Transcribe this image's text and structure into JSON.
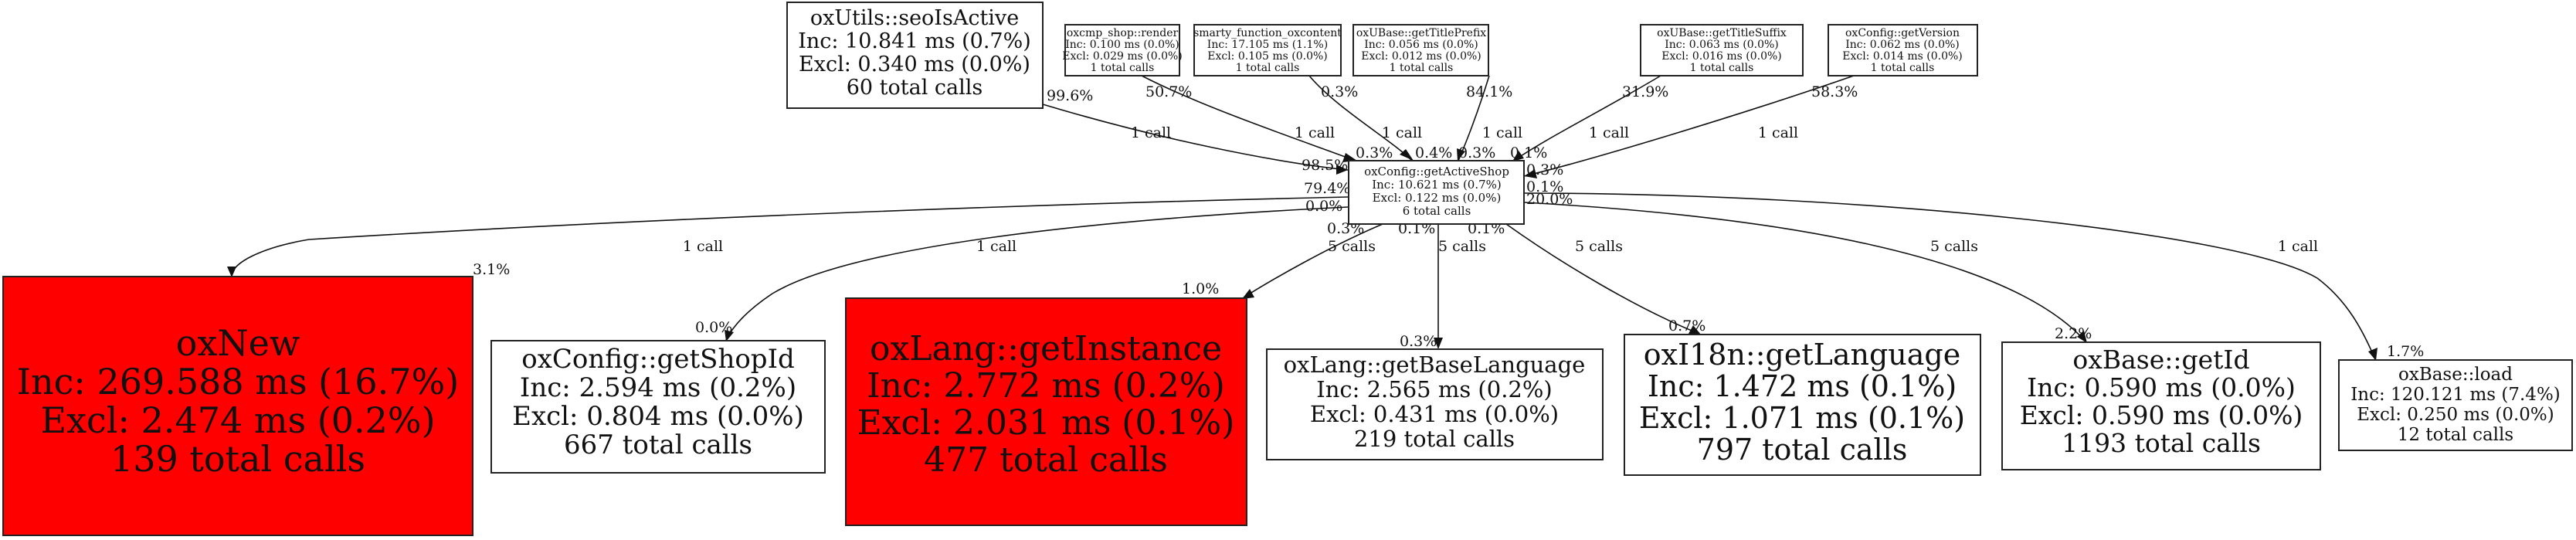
{
  "nodes": {
    "seoIsActive": {
      "name": "oxUtils::seoIsActive",
      "inc": "Inc: 10.841 ms (0.7%)",
      "excl": "Excl: 0.340 ms (0.0%)",
      "calls": "60 total calls"
    },
    "render": {
      "name": "oxcmp_shop::render",
      "inc": "Inc: 0.100 ms (0.0%)",
      "excl": "Excl: 0.029 ms (0.0%)",
      "calls": "1 total calls"
    },
    "smarty": {
      "name": "smarty_function_oxcontent",
      "inc": "Inc: 17.105 ms (1.1%)",
      "excl": "Excl: 0.105 ms (0.0%)",
      "calls": "1 total calls"
    },
    "titlePrefix": {
      "name": "oxUBase::getTitlePrefix",
      "inc": "Inc: 0.056 ms (0.0%)",
      "excl": "Excl: 0.012 ms (0.0%)",
      "calls": "1 total calls"
    },
    "titleSuffix": {
      "name": "oxUBase::getTitleSuffix",
      "inc": "Inc: 0.063 ms (0.0%)",
      "excl": "Excl: 0.016 ms (0.0%)",
      "calls": "1 total calls"
    },
    "version": {
      "name": "oxConfig::getVersion",
      "inc": "Inc: 0.062 ms (0.0%)",
      "excl": "Excl: 0.014 ms (0.0%)",
      "calls": "1 total calls"
    },
    "activeShop": {
      "name": "oxConfig::getActiveShop",
      "inc": "Inc: 10.621 ms (0.7%)",
      "excl": "Excl: 0.122 ms (0.0%)",
      "calls": "6 total calls"
    },
    "oxNew": {
      "name": "oxNew",
      "inc": "Inc: 269.588 ms (16.7%)",
      "excl": "Excl: 2.474 ms (0.2%)",
      "calls": "139 total calls"
    },
    "shopId": {
      "name": "oxConfig::getShopId",
      "inc": "Inc: 2.594 ms (0.2%)",
      "excl": "Excl: 0.804 ms (0.0%)",
      "calls": "667 total calls"
    },
    "getInstance": {
      "name": "oxLang::getInstance",
      "inc": "Inc: 2.772 ms (0.2%)",
      "excl": "Excl: 2.031 ms (0.1%)",
      "calls": "477 total calls"
    },
    "baseLanguage": {
      "name": "oxLang::getBaseLanguage",
      "inc": "Inc: 2.565 ms (0.2%)",
      "excl": "Excl: 0.431 ms (0.0%)",
      "calls": "219 total calls"
    },
    "language": {
      "name": "oxI18n::getLanguage",
      "inc": "Inc: 1.472 ms (0.1%)",
      "excl": "Excl: 1.071 ms (0.1%)",
      "calls": "797 total calls"
    },
    "getId": {
      "name": "oxBase::getId",
      "inc": "Inc: 0.590 ms (0.0%)",
      "excl": "Excl: 0.590 ms (0.0%)",
      "calls": "1193 total calls"
    },
    "load": {
      "name": "oxBase::load",
      "inc": "Inc: 120.121 ms (7.4%)",
      "excl": "Excl: 0.250 ms (0.0%)",
      "calls": "12 total calls"
    }
  },
  "edges": {
    "seo": {
      "calls": "1 call",
      "tail": "99.6%",
      "head": "98.5%"
    },
    "render": {
      "calls": "1 call",
      "tail": "50.7%",
      "head": "0.3%"
    },
    "smarty": {
      "calls": "1 call",
      "tail": "0.3%",
      "head": "0.4%"
    },
    "prefix": {
      "calls": "1 call",
      "tail": "84.1%",
      "head": "0.3%"
    },
    "suffix": {
      "calls": "1 call",
      "tail": "31.9%",
      "head": "0.1%"
    },
    "version": {
      "calls": "1 call",
      "tail": "58.3%",
      "head": "0.3%"
    },
    "oxNew": {
      "calls": "1 call",
      "tail": "79.4%",
      "head": "3.1%"
    },
    "shopId": {
      "calls": "1 call",
      "tail": "0.0%",
      "head": "0.0%"
    },
    "getInstance": {
      "calls": "5 calls",
      "tail": "0.3%",
      "head": "1.0%"
    },
    "baseLanguage": {
      "calls": "5 calls",
      "tail": "0.1%",
      "head": "0.3%"
    },
    "language": {
      "calls": "5 calls",
      "tail": "0.1%",
      "head": "0.7%"
    },
    "getId": {
      "calls": "5 calls",
      "tail": "0.1%",
      "head": "2.2%"
    },
    "load": {
      "calls": "1 call",
      "tail": "20.0%",
      "head": "1.7%"
    }
  },
  "colors": {
    "hot": "#ff0000"
  }
}
